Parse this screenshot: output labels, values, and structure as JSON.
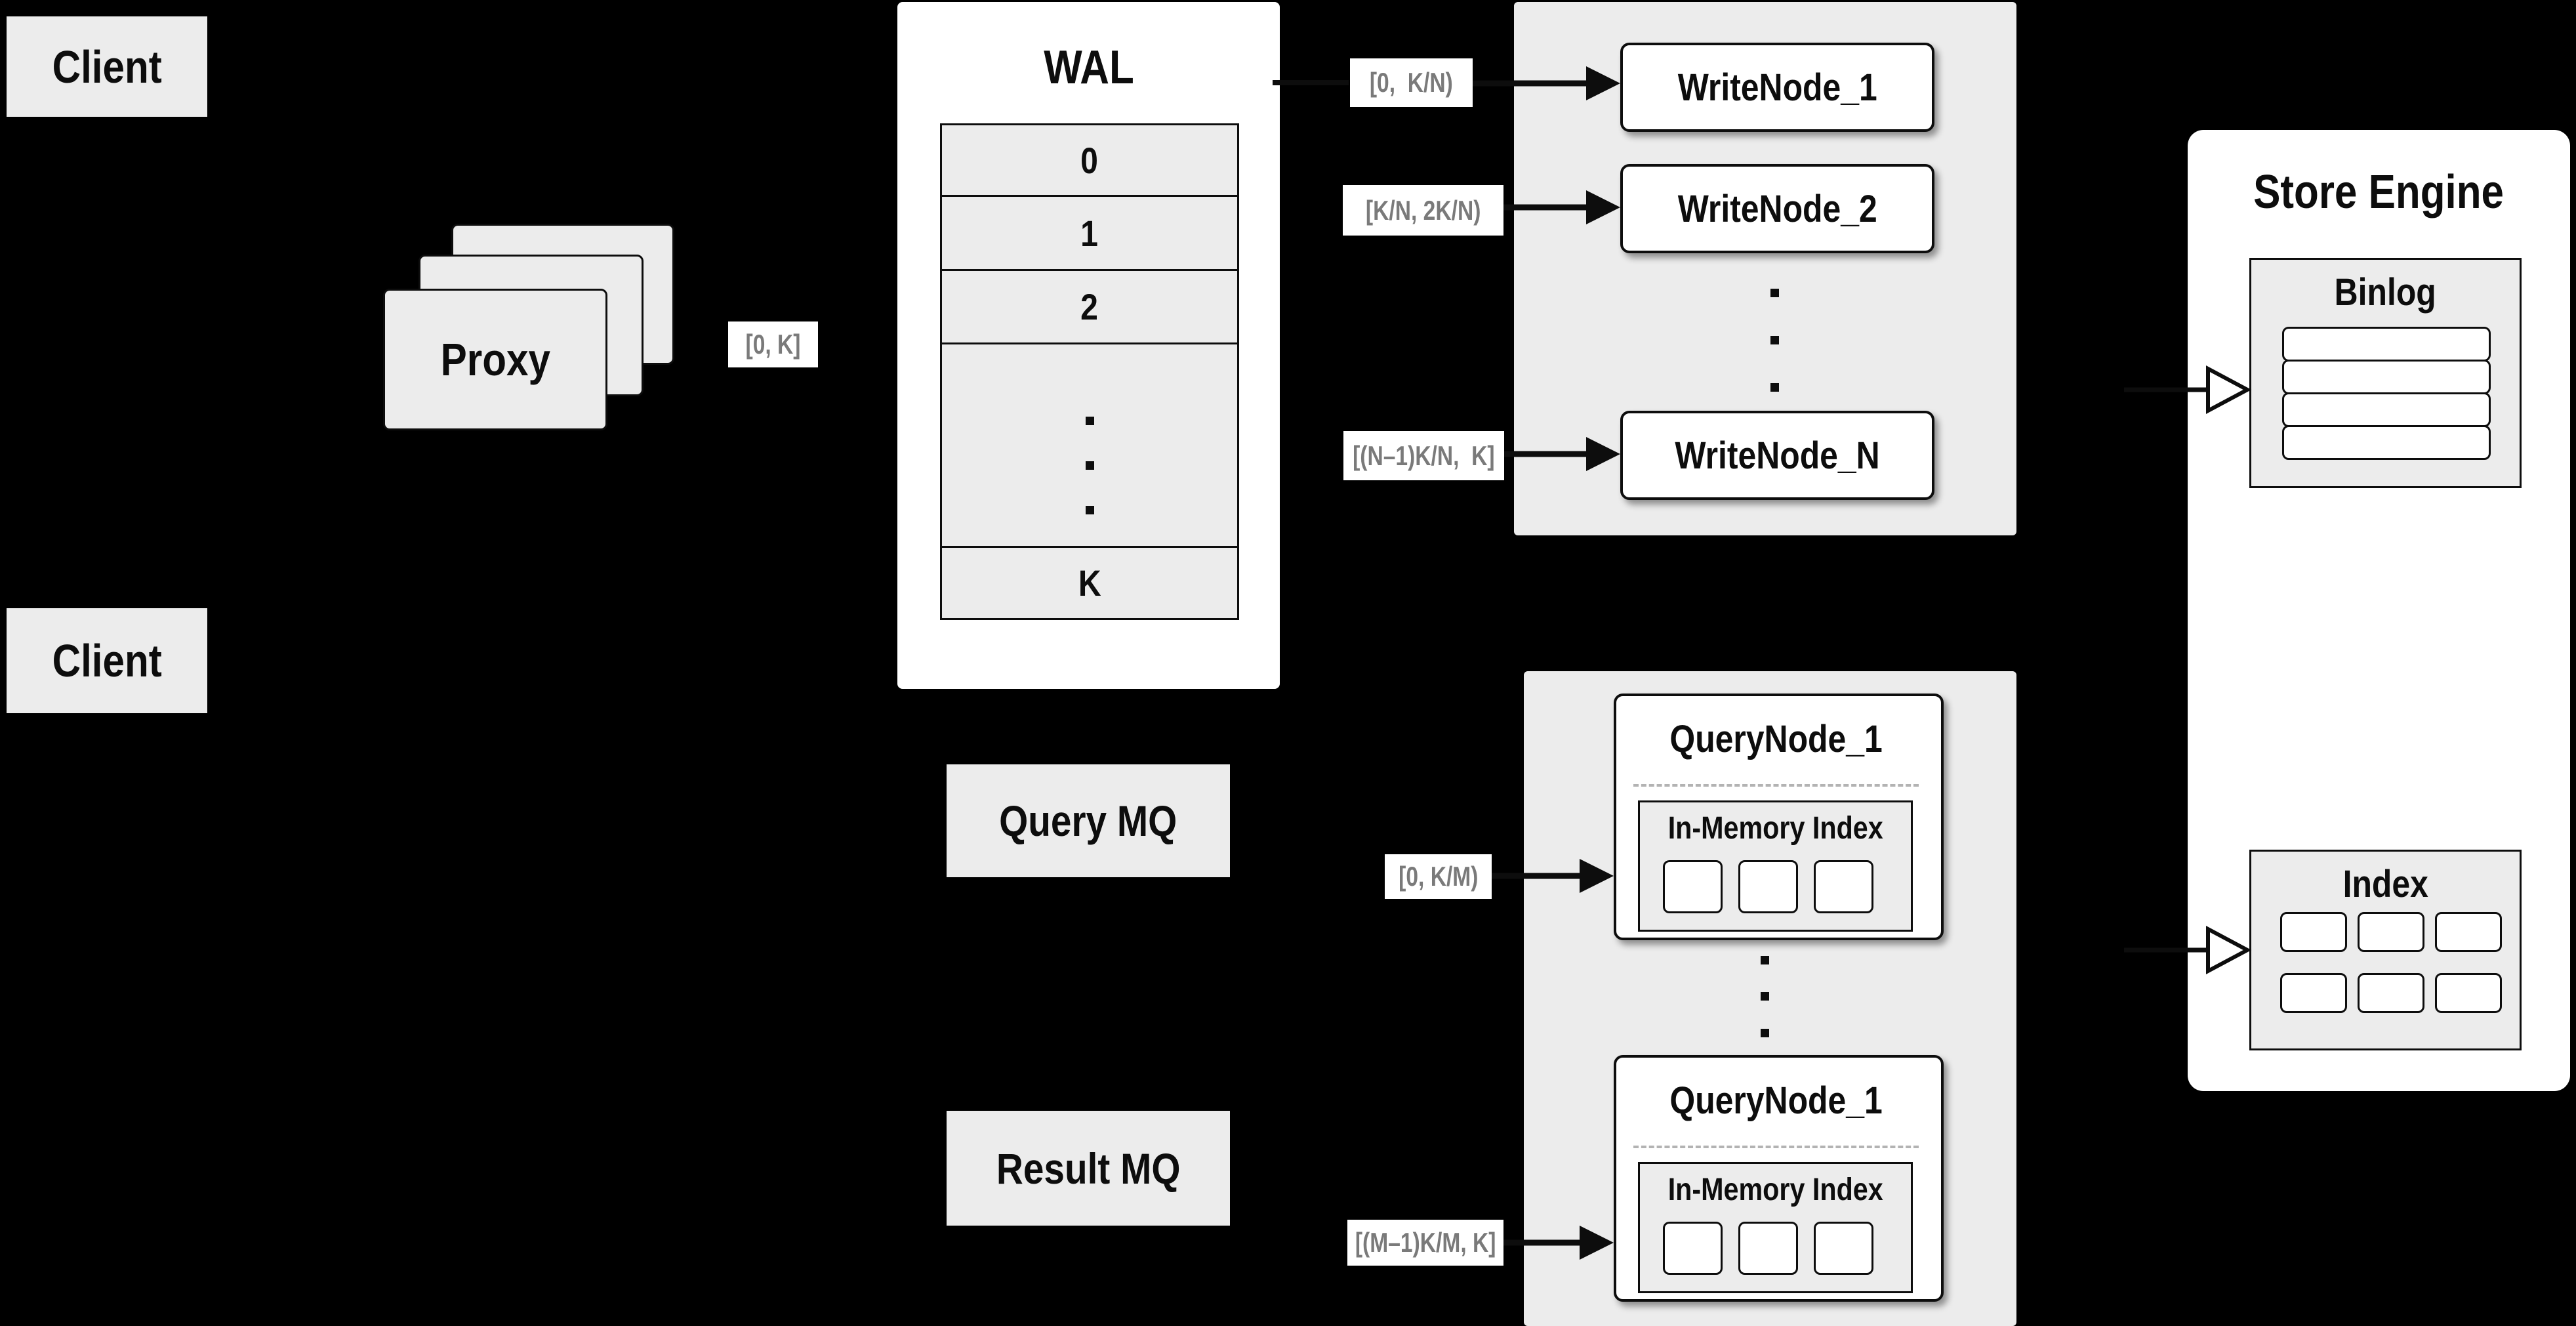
{
  "canvas": {
    "bg": "#000000"
  },
  "colors": {
    "bg": "#000000",
    "panel": "#ececec",
    "box_fill": "#ffffff",
    "border": "#0d0d0d",
    "label_text": "#7a7a7a",
    "dash": "#b3b3b3"
  },
  "clients": {
    "top": "Client",
    "bottom": "Client"
  },
  "proxy": {
    "label": "Proxy",
    "range_label": "[0, K]"
  },
  "wal": {
    "title": "WAL",
    "segments": [
      "0",
      "1",
      "2"
    ],
    "ellipsis": "...",
    "last_segment": "K"
  },
  "write_section": {
    "ellipsis": "...",
    "nodes": [
      {
        "label": "WriteNode_1",
        "range": "[0,  K/N)"
      },
      {
        "label": "WriteNode_2",
        "range": "[K/N, 2K/N)"
      },
      {
        "label": "WriteNode_N",
        "range": "[(N–1)K/N,  K]"
      }
    ]
  },
  "store_engine": {
    "title": "Store Engine",
    "binlog_title": "Binlog",
    "index_title": "Index"
  },
  "query_section": {
    "ellipsis": "...",
    "nodes": [
      {
        "label": "QueryNode_1",
        "inner_title": "In-Memory Index",
        "range": "[0, K/M)"
      },
      {
        "label": "QueryNode_1",
        "inner_title": "In-Memory Index",
        "range": "[(M–1)K/M, K]"
      }
    ]
  },
  "mq": {
    "query": "Query MQ",
    "result": "Result MQ"
  }
}
